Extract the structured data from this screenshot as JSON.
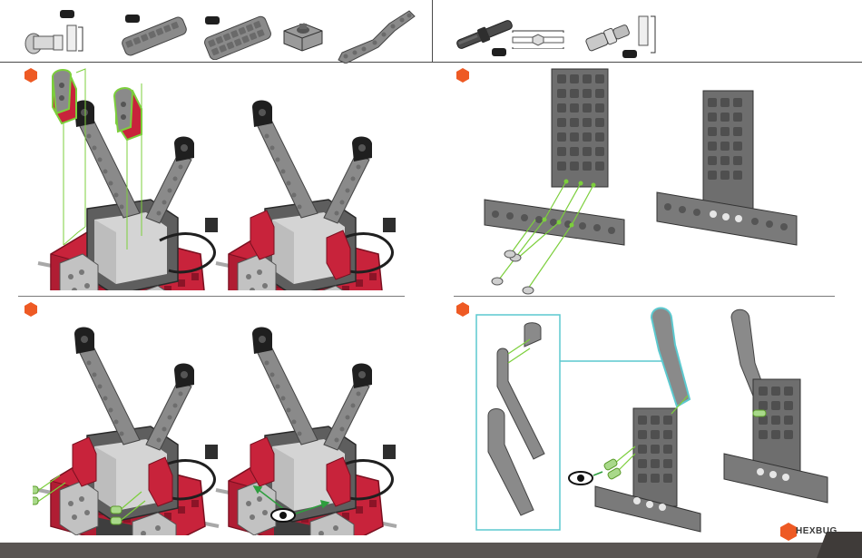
{
  "parts_bar": {
    "left_parts": [
      "pin-with-cap",
      "long-beam",
      "wide-plate",
      "servo-hub",
      "curved-beam"
    ],
    "right_parts": [
      "axle-connector",
      "spacer-frame",
      "pin-connector"
    ]
  },
  "steps": [
    {
      "badge": ""
    },
    {
      "badge": ""
    },
    {
      "badge": ""
    },
    {
      "badge": ""
    }
  ],
  "brand": {
    "logo_text": "HEXBUG"
  },
  "colors": {
    "accent": "#ee5a24",
    "frame_red": "#c8233b",
    "beam_gray": "#8a8a8a",
    "dark_gray": "#2e2e2e",
    "guide_green": "#7ccf3c",
    "callout_teal": "#5cc9cf",
    "footer": "#5a5553"
  }
}
